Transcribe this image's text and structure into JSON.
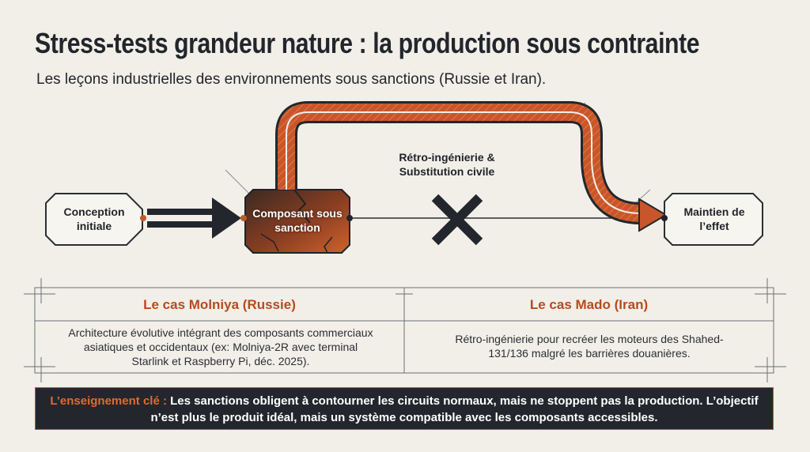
{
  "title": "Stress-tests grandeur nature : la production sous contrainte",
  "subtitle": "Les leçons industrielles des environnements sous sanctions (Russie et Iran).",
  "diagram": {
    "start_node": "Conception initiale",
    "component_node": "Composant sous sanction",
    "bypass_label": "Rétro-ingénierie & Substitution civile",
    "end_node": "Maintien de l’effet"
  },
  "cases": {
    "left": {
      "title": "Le cas Molniya (Russie)",
      "body": "Architecture évolutive intégrant des composants commerciaux asiatiques et occidentaux (ex: Molniya-2R avec terminal Starlink et Raspberry Pi, déc. 2025)."
    },
    "right": {
      "title": "Le cas Mado (Iran)",
      "body": "Rétro-ingénierie pour recréer les moteurs des Shahed-131/136 malgré les barrières douanières."
    }
  },
  "lesson": {
    "label": "L’enseignement clé :",
    "text": "Les sanctions obligent à contourner les circuits normaux, mais ne stoppent pas la production. L’objectif n’est plus le produit idéal, mais un système compatible avec les composants accessibles."
  },
  "colors": {
    "accent": "#c05a26",
    "dark": "#23272d",
    "background": "#f1efe8"
  }
}
